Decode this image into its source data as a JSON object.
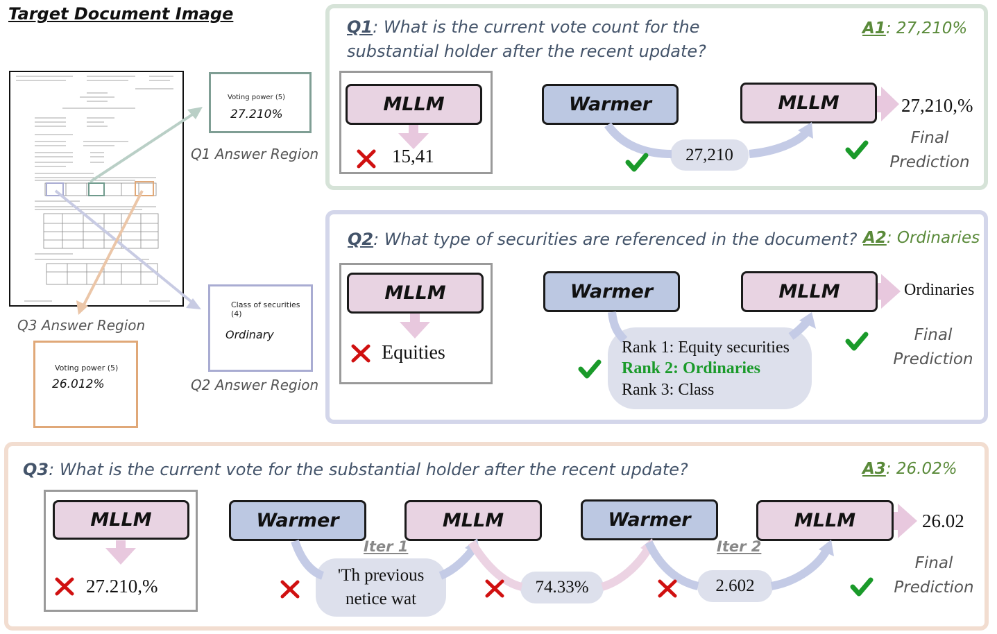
{
  "left": {
    "title": "Target Document Image",
    "q1_region_label": "Q1 Answer Region",
    "q2_region_label": "Q2 Answer Region",
    "q3_region_label": "Q3 Answer Region",
    "q1_crop_header": "Voting power (5)",
    "q1_crop_value": "27.210%",
    "q2_crop_header": "Class of securities (4)",
    "q2_crop_value": "Ordinary",
    "q3_crop_header": "Voting power (5)",
    "q3_crop_value": "26.012%"
  },
  "q1": {
    "label": "Q1",
    "question": "What is the current vote count for the substantial holder after the recent update?",
    "answer_label": "A1",
    "answer": "27,210%",
    "baseline_model": "MLLM",
    "baseline_output": "15,41",
    "warmer": "Warmer",
    "mllm": "MLLM",
    "warmer_output": "27,210",
    "final_output": "27,210,%",
    "final_label_1": "Final",
    "final_label_2": "Prediction"
  },
  "q2": {
    "label": "Q2",
    "question": "What type of securities are referenced in the document?",
    "answer_label": "A2",
    "answer": "Ordinaries",
    "baseline_model": "MLLM",
    "baseline_output": "Equities",
    "warmer": "Warmer",
    "mllm": "MLLM",
    "rank1": "Rank 1: Equity securities",
    "rank2": "Rank 2: Ordinaries",
    "rank3": "Rank 3: Class",
    "final_output": "Ordinaries",
    "final_label_1": "Final",
    "final_label_2": "Prediction"
  },
  "q3": {
    "label": "Q3",
    "question": "What is the current vote for the substantial holder after the recent update?",
    "answer_label": "A3",
    "answer": "26.02%",
    "baseline_model": "MLLM",
    "baseline_output": "27.210,%",
    "warmer1": "Warmer",
    "mllm1": "MLLM",
    "warmer2": "Warmer",
    "mllm2": "MLLM",
    "iter1": "Iter 1",
    "iter2": "Iter 2",
    "out1_line1": "'Th previous",
    "out1_line2": "netice wat",
    "out2": "74.33%",
    "out3": "2.602",
    "final_output": "26.02",
    "final_label_1": "Final",
    "final_label_2": "Prediction"
  },
  "colors": {
    "mllm": "#e8d3e2",
    "warmer": "#bcc8e2",
    "check": "#1a9a2a",
    "cross": "#d01010",
    "answer": "#5a8a3a",
    "rank_highlight": "#1a9a2a",
    "q1_border": "#d6e3d8",
    "q2_border": "#d3d6ea",
    "q3_border": "#f2ddd0"
  }
}
